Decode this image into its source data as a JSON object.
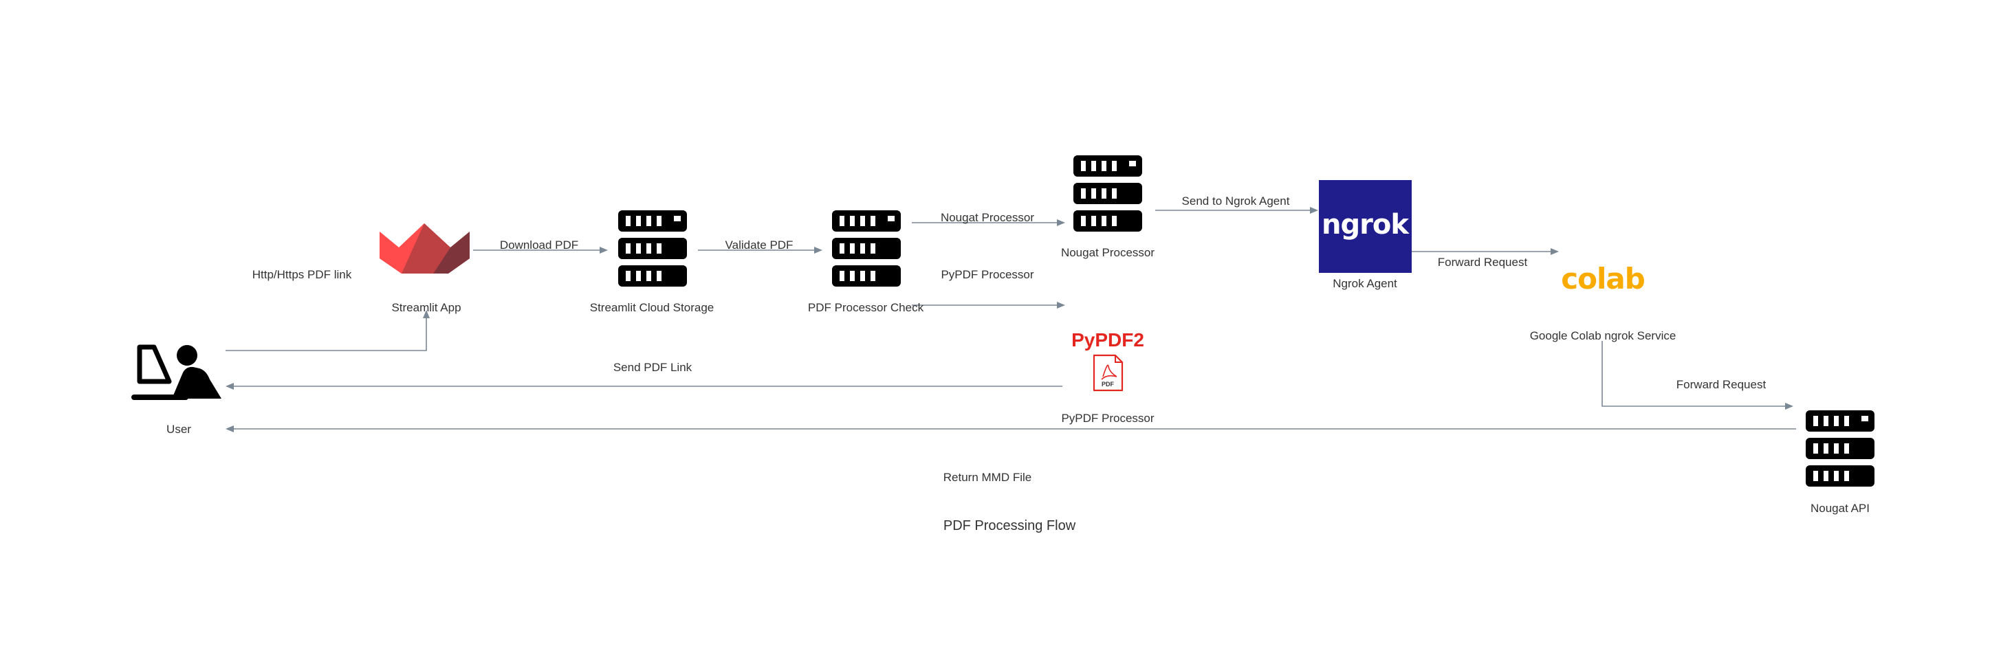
{
  "diagram": {
    "title": "PDF Processing Flow",
    "nodes": {
      "user": {
        "label": "User",
        "icon": "user-laptop-icon"
      },
      "streamlit_app": {
        "label": "Streamlit App",
        "icon": "streamlit-logo-icon",
        "color": "#ff4b4b"
      },
      "cloud_storage": {
        "label": "Streamlit Cloud Storage",
        "icon": "server-icon"
      },
      "pdf_check": {
        "label": "PDF Processor Check",
        "icon": "server-icon"
      },
      "nougat_processor": {
        "label": "Nougat Processor",
        "icon": "server-icon"
      },
      "pypdf_processor": {
        "label": "PyPDF Processor",
        "logo_text": "PyPDF2",
        "icon": "pdf-file-icon",
        "color": "#e52620"
      },
      "ngrok_agent": {
        "label": "Ngrok Agent",
        "logo_text": "ngrok",
        "icon": "ngrok-logo-icon",
        "color": "#1f1e8c"
      },
      "colab_service": {
        "label": "Google Colab ngrok Service",
        "logo_text": "colab",
        "icon": "colab-logo-icon",
        "color": "#f9ab00"
      },
      "nougat_api": {
        "label": "Nougat API",
        "icon": "server-icon"
      }
    },
    "edges": {
      "user_to_app": "Http/Https PDF link",
      "app_to_storage": "Download PDF",
      "storage_to_check": "Validate PDF",
      "check_to_nougat": "Nougat Processor",
      "check_to_pypdf": "PyPDF Processor",
      "nougat_to_ngrok": "Send to Ngrok Agent",
      "ngrok_to_colab": "Forward Request",
      "colab_to_api": "Forward Request",
      "pypdf_to_user": "Send PDF Link",
      "api_to_user": "Return MMD File"
    },
    "colors": {
      "edge": "#7a8795",
      "text": "#333333",
      "icon": "#000000"
    }
  }
}
